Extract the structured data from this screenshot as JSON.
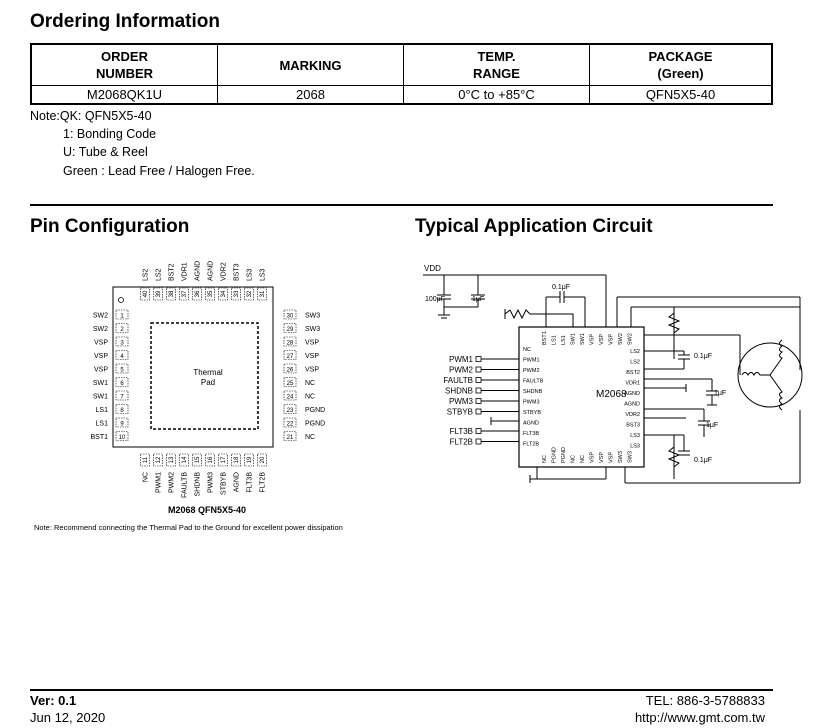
{
  "ordering": {
    "title": "Ordering Information",
    "headers": [
      "ORDER\nNUMBER",
      "MARKING",
      "TEMP.\nRANGE",
      "PACKAGE\n(Green)"
    ],
    "row": [
      "M2068QK1U",
      "2068",
      "0°C to +85°C",
      "QFN5X5-40"
    ],
    "notes": [
      "Note:QK: QFN5X5-40",
      "1: Bonding Code",
      "U: Tube & Reel",
      "Green : Lead Free / Halogen Free."
    ]
  },
  "pin_config": {
    "title": "Pin Configuration",
    "left_pins": [
      {
        "num": "1",
        "name": "SW2"
      },
      {
        "num": "2",
        "name": "SW2"
      },
      {
        "num": "3",
        "name": "VSP"
      },
      {
        "num": "4",
        "name": "VSP"
      },
      {
        "num": "5",
        "name": "VSP"
      },
      {
        "num": "6",
        "name": "SW1"
      },
      {
        "num": "7",
        "name": "SW1"
      },
      {
        "num": "8",
        "name": "LS1"
      },
      {
        "num": "9",
        "name": "LS1"
      },
      {
        "num": "10",
        "name": "BST1"
      }
    ],
    "bottom_pins": [
      {
        "num": "11",
        "name": "NC"
      },
      {
        "num": "12",
        "name": "PWM1"
      },
      {
        "num": "13",
        "name": "PWM2"
      },
      {
        "num": "14",
        "name": "FAULTB"
      },
      {
        "num": "15",
        "name": "SHDNB"
      },
      {
        "num": "16",
        "name": "PWM3"
      },
      {
        "num": "17",
        "name": "STBYB"
      },
      {
        "num": "18",
        "name": "AGND"
      },
      {
        "num": "19",
        "name": "FLT3B"
      },
      {
        "num": "20",
        "name": "FLT2B"
      }
    ],
    "right_pins": [
      {
        "num": "30",
        "name": "SW3"
      },
      {
        "num": "29",
        "name": "SW3"
      },
      {
        "num": "28",
        "name": "VSP"
      },
      {
        "num": "27",
        "name": "VSP"
      },
      {
        "num": "26",
        "name": "VSP"
      },
      {
        "num": "25",
        "name": "NC"
      },
      {
        "num": "24",
        "name": "NC"
      },
      {
        "num": "23",
        "name": "PGND"
      },
      {
        "num": "22",
        "name": "PGND"
      },
      {
        "num": "21",
        "name": "NC"
      }
    ],
    "top_pins": [
      {
        "num": "40",
        "name": "LS2"
      },
      {
        "num": "39",
        "name": "LS2"
      },
      {
        "num": "38",
        "name": "BST2"
      },
      {
        "num": "37",
        "name": "VDR1"
      },
      {
        "num": "36",
        "name": "AGND"
      },
      {
        "num": "35",
        "name": "AGND"
      },
      {
        "num": "34",
        "name": "VDR2"
      },
      {
        "num": "33",
        "name": "BST3"
      },
      {
        "num": "32",
        "name": "LS3"
      },
      {
        "num": "31",
        "name": "LS3"
      }
    ],
    "pad_label": [
      "Thermal",
      "Pad"
    ],
    "package_label": "M2068 QFN5X5-40",
    "note": "Note: Recommend connecting the Thermal Pad  to the Ground for excellent power dissipation"
  },
  "app_circuit": {
    "title": "Typical Application Circuit",
    "chip": "M2068",
    "vdd": "VDD",
    "cap_100u": "100μF",
    "cap_1u": "1μF",
    "cap_01u": "0.1μF",
    "left_inputs": [
      "PWM1",
      "PWM2",
      "FAULTB",
      "SHDNB",
      "PWM3",
      "STBYB"
    ],
    "left_inputs2": [
      "FLT3B",
      "FLT2B"
    ],
    "chip_left_pins": [
      "NC",
      "PWM1",
      "PWM2",
      "FAULTB",
      "SHDNB",
      "PWM3",
      "STBYB",
      "AGND",
      "FLT3B",
      "FLT2B"
    ],
    "chip_right_pins": [
      "LS2",
      "LS2",
      "BST2",
      "VDR1",
      "AGND",
      "AGND",
      "VDR2",
      "BST3",
      "LS3",
      "LS3"
    ],
    "chip_top_pins": [
      "BST1",
      "LS1",
      "LS1",
      "SW1",
      "SW1",
      "VSP",
      "VSP",
      "VSP",
      "SW2",
      "SW2"
    ],
    "chip_bottom_pins": [
      "NC",
      "PGND",
      "PGND",
      "NC",
      "NC",
      "VSP",
      "VSP",
      "VSP",
      "SW3",
      "SW3"
    ]
  },
  "footer": {
    "ver": "Ver: 0.1",
    "date": "Jun 12, 2020",
    "tel": "TEL: 886-3-5788833",
    "url": "http://www.gmt.com.tw"
  }
}
